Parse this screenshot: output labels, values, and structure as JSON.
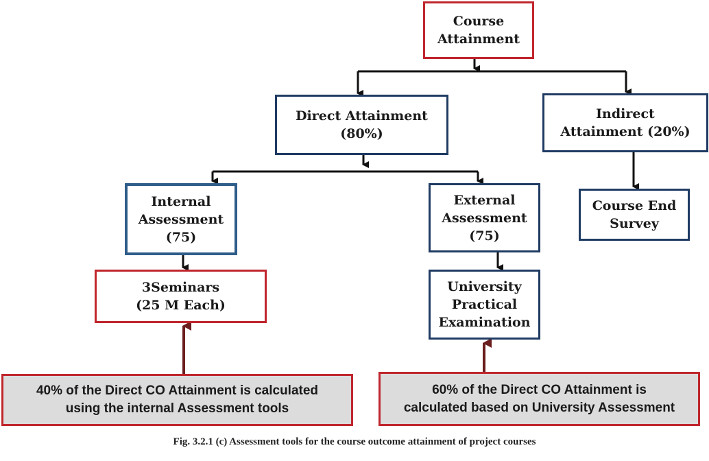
{
  "nodes": {
    "course_attainment": [
      "Course",
      "Attainment"
    ],
    "direct_attainment": [
      "Direct Attainment",
      "(80%)"
    ],
    "indirect_attainment": [
      "Indirect",
      "Attainment (20%)"
    ],
    "internal_assessment": [
      "Internal",
      "Assessment",
      "(75)"
    ],
    "external_assessment": [
      "External",
      "Assessment",
      "(75)"
    ],
    "course_end_survey": [
      "Course End",
      "Survey"
    ],
    "seminars": [
      "3Seminars",
      "(25 M Each)"
    ],
    "university_practical": [
      "University",
      "Practical",
      "Examination"
    ],
    "note_internal": [
      "40% of the Direct CO Attainment is calculated",
      "using the internal Assessment tools"
    ],
    "note_university": [
      "60% of the Direct CO Attainment is",
      "calculated based on University Assessment"
    ]
  },
  "caption": "Fig. 3.2.1 (c) Assessment tools for the course outcome attainment of project courses",
  "colors": {
    "red_border": "#c0262d",
    "blue_border": "#1f3b63",
    "note_fill": "#dcdcdc",
    "note_arrow": "#6b1e1e"
  }
}
